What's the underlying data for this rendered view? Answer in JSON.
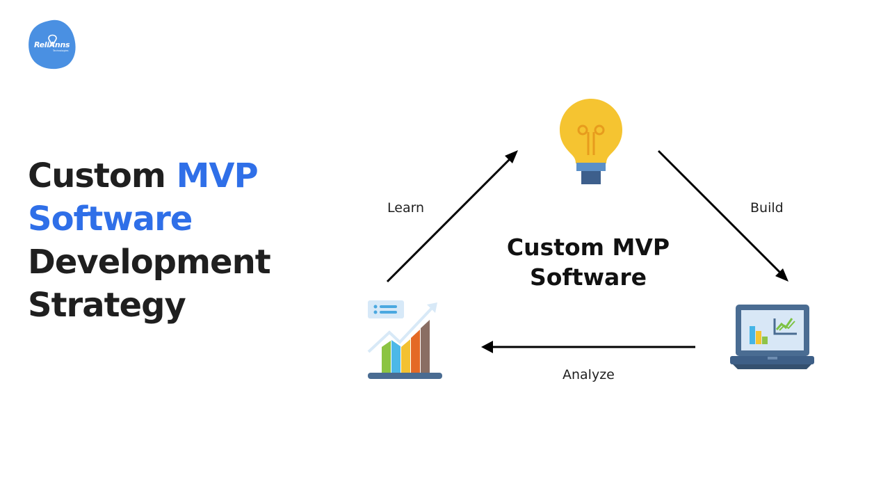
{
  "brand": {
    "logo_text": "ReliAnns",
    "logo_subtext": "Technologies",
    "color": "#4a90e2"
  },
  "headline": {
    "line1_plain": "Custom ",
    "line1_accent": "MVP",
    "line2_accent": "Software",
    "line3": "Development",
    "line4": "Strategy",
    "accent_color": "#2f6fe8"
  },
  "cycle": {
    "center_line1": "Custom MVP",
    "center_line2": "Software",
    "edges": {
      "learn": "Learn",
      "build": "Build",
      "analyze": "Analyze"
    },
    "nodes": {
      "top": "lightbulb-icon",
      "right": "laptop-dashboard-icon",
      "left": "growth-chart-icon"
    }
  }
}
